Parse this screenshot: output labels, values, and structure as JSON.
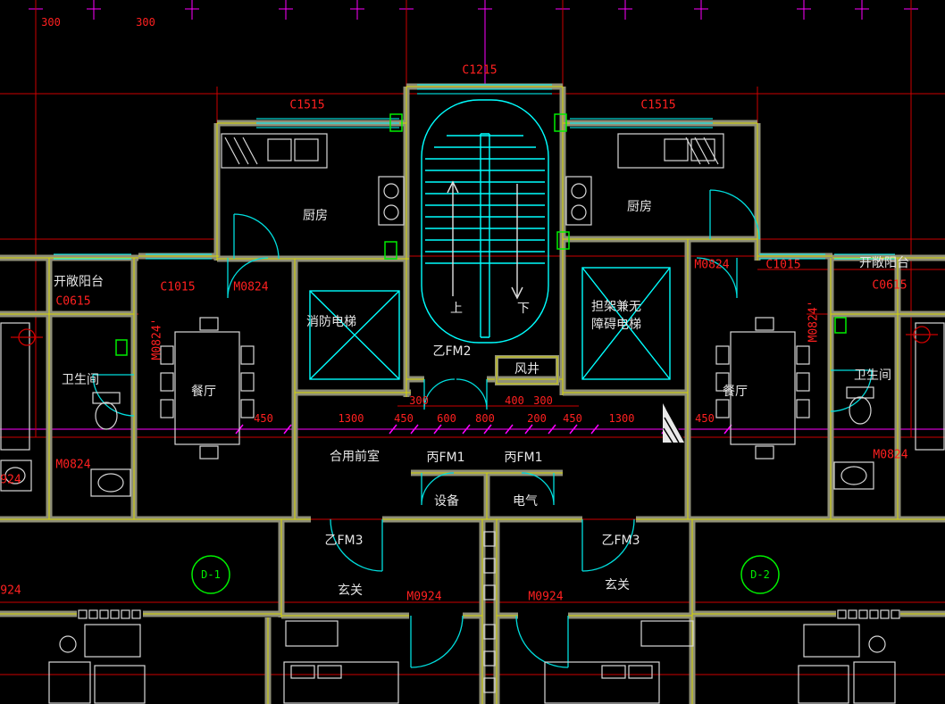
{
  "colors": {
    "background": "#000000",
    "grid_red": "#cc0000",
    "grid_magenta": "#ff00ff",
    "wall_gray": "#8f8f78",
    "wall_yellow": "#d6d600",
    "drawing_cyan": "#00ffff",
    "fixture_white": "#d8d8d8",
    "marker_green": "#00ee00"
  },
  "axis_bubbles": {
    "d1": "D-1",
    "d2": "D-2"
  },
  "rooms": {
    "kitchen_left": "厨房",
    "kitchen_right": "厨房",
    "fire_elevator": "消防电梯",
    "stretcher_elevator_line1": "担架兼无",
    "stretcher_elevator_line2": "障碍电梯",
    "bathroom_left": "卫生间",
    "bathroom_right": "卫生间",
    "dining_left": "餐厅",
    "dining_right": "餐厅",
    "open_balcony_left": "开敞阳台",
    "open_balcony_right": "开敞阳台",
    "shared_front_room": "合用前室",
    "equipment": "设备",
    "electric": "电气",
    "foyer_left": "玄关",
    "foyer_right": "玄关",
    "air_shaft": "风井",
    "stair_up": "上",
    "stair_down": "下"
  },
  "openings": {
    "c1215": "C1215",
    "c1515_left": "C1515",
    "c1515_right": "C1515",
    "c1015_left": "C1015",
    "c1015_right": "C1015",
    "c0615_left": "C0615",
    "c0615_right": "C0615",
    "m0824_left_top": "M0824",
    "m0824_right_top": "M0824",
    "m0824_left_side": "M0824'",
    "m0824_right_side": "M0824'",
    "m0824_left_low": "M0824",
    "m0824_right_low": "M0824",
    "m0924_left": "M0924",
    "m0924_right": "M0924",
    "m0924_left_edge_cut": "924",
    "m0924_left_edge_cut2": "924",
    "fm2_center": "乙FM2",
    "fm3_left": "乙FM3",
    "fm3_right": "乙FM3",
    "fm1_left": "丙FM1",
    "fm1_right": "丙FM1"
  },
  "dimensions": {
    "top_left_1": "300",
    "top_left_2": "300",
    "row_upper": [
      "300",
      "400",
      "300"
    ],
    "row_main": [
      "450",
      "1300",
      "450",
      "600",
      "800",
      "200",
      "450",
      "1300",
      "450"
    ]
  }
}
